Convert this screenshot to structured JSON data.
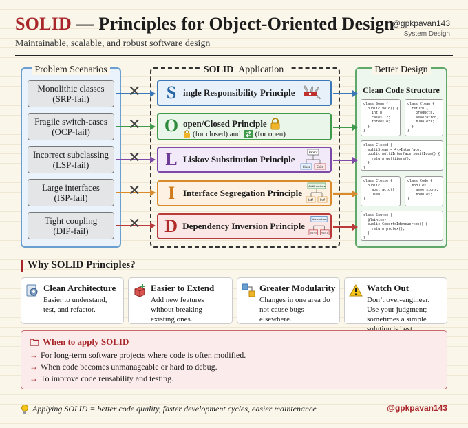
{
  "header": {
    "title_red": "SOLID",
    "title_rest": " — Principles for Object-Oriented Design",
    "subtitle": "Maintainable, scalable, and robust software design",
    "handle": "@gpkpavan143",
    "handle_sub": "System Design"
  },
  "panels": {
    "left_title": "Problem Scenarios",
    "mid_title_bold": "SOLID",
    "mid_title_rest": " Application",
    "right_title": "Better Design",
    "right_subtitle": "Clean Code Structure"
  },
  "problems": [
    {
      "line1": "Monolithic classes",
      "line2": "(SRP-fail)"
    },
    {
      "line1": "Fragile switch-cases",
      "line2": "(OCP-fail)"
    },
    {
      "line1": "Incorrect subclassing",
      "line2": "(LSP-fail)"
    },
    {
      "line1": "Large interfaces",
      "line2": "(ISP-fail)"
    },
    {
      "line1": "Tight coupling",
      "line2": "(DIP-fail)"
    }
  ],
  "principles": [
    {
      "letter": "S",
      "name": "ingle Responsibility Principle"
    },
    {
      "letter": "O",
      "name": "open/Closed Principle",
      "sub": "(for closed) and",
      "sub2": "(for open)"
    },
    {
      "letter": "L",
      "name": "Liskov Substitution Principle"
    },
    {
      "letter": "I",
      "name": "Interface Segregation Principle"
    },
    {
      "letter": "D",
      "name": "Dependency Inversion Principle"
    }
  ],
  "diagram_labels": {
    "l_parent": "Parent",
    "l_class": "Class",
    "l_child": "Child",
    "i_multi": "MultiInterface",
    "i_a": "Intf",
    "i_b": "Intf",
    "d_top": "Abstraction",
    "d_left": "Conc",
    "d_right": "Conc"
  },
  "code": {
    "c1": "class Sopm {\n  public void() {\n    int b;\n    cases 12;\n    threes 8;\n  }\n}",
    "c2": "class Clean {\n  return {\n    products,\n    aeoeration,\n    mudolezz;\n  }\n}",
    "c3": "class Cloced {\n  multiSteam = 4->Interface;\n  public multiInterface sonitIcom() {\n    return gettiiers();\n  }\n}",
    "c4": "class Closse {\n  public\n    abstracto()\n    usen();\n}",
    "c5": "class Code {\n  modules\n    aeoersions,\n    modules;\n}",
    "c6": "class Soutoe {\n  @Rainisor\n  public ConertoIdencuerten() {\n    return protex();\n  }\n}"
  },
  "why_title": "Why SOLID Principles?",
  "cards": [
    {
      "title": "Clean Architecture",
      "desc": "Easier to understand, test, and refactor."
    },
    {
      "title": "Easier to Extend",
      "desc": "Add new features without breaking existing ones."
    },
    {
      "title": "Greater Modularity",
      "desc": "Changes in one area do not cause bugs elsewhere."
    },
    {
      "title": "Watch Out",
      "desc": "Don’t over-engineer. Use your judgment; sometimes a simple solution is best."
    }
  ],
  "when": {
    "title": "When to apply SOLID",
    "items": [
      "For long-term software projects where code is often modified.",
      "When code becomes unmanageable or hard to debug.",
      "To improve code reusability and testing."
    ]
  },
  "footer": {
    "text": "Applying SOLID = better code quality, faster development cycles, easier maintenance",
    "handle": "@gpkpavan143"
  },
  "colors": {
    "accent_red": "#a8262a",
    "s_blue": "#3b78b8",
    "o_green": "#3f9a4b",
    "l_purple": "#7d4aa8",
    "i_orange": "#d98a2b",
    "d_red": "#b83a3a"
  }
}
